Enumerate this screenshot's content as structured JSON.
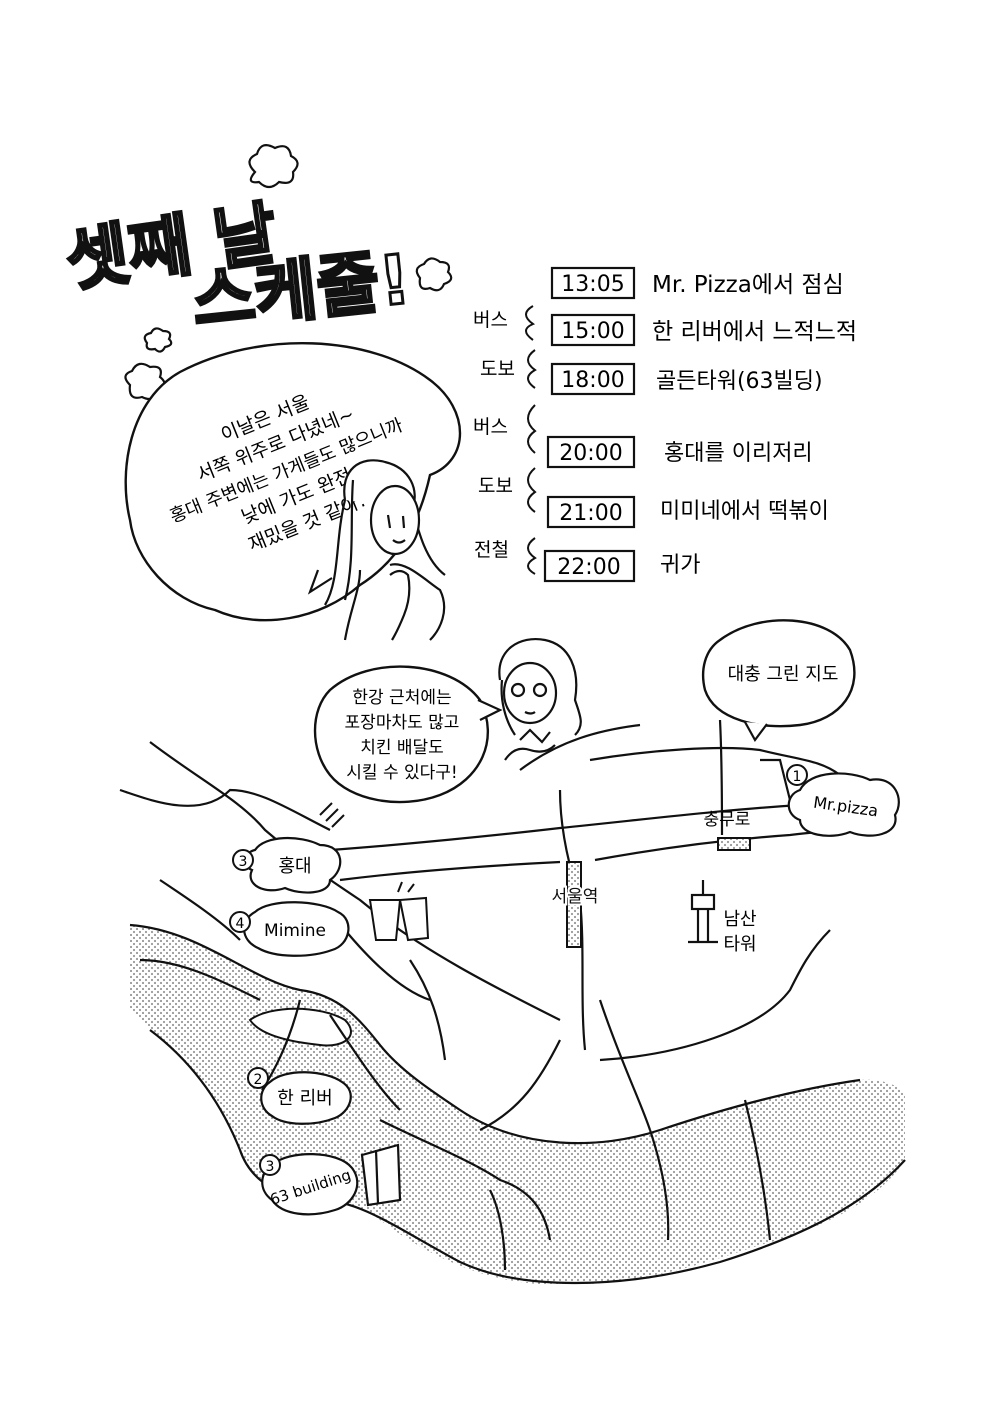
{
  "title": {
    "line1": "셋째 날",
    "line2": "스케줄!"
  },
  "schedule": [
    {
      "time": "13:05",
      "activity": "Mr. Pizza에서 점심",
      "transport": ""
    },
    {
      "time": "15:00",
      "activity": "한 리버에서 느적느적",
      "transport": "버스"
    },
    {
      "time": "18:00",
      "activity": "골든타워(63빌딩)",
      "transport": "도보"
    },
    {
      "time": "20:00",
      "activity": "홍대를 이리저리",
      "transport": "버스"
    },
    {
      "time": "21:00",
      "activity": "미미네에서 떡볶이",
      "transport": "도보"
    },
    {
      "time": "22:00",
      "activity": "귀가",
      "transport": "전철"
    }
  ],
  "bubbles": {
    "main": [
      "이날은 서울",
      "서쪽 위주로 다녔네~",
      "홍대 주변에는 가게들도 많으니까",
      "낮에 가도 완전",
      "재밌을 것 같아!"
    ],
    "hangang": [
      "한강 근처에는",
      "포장마차도 많고",
      "치킨 배달도",
      "시킬 수 있다구!"
    ],
    "map_note": "대충 그린 지도"
  },
  "map": {
    "spots": [
      {
        "num": "1",
        "label": "Mr.pizza"
      },
      {
        "num": "3",
        "label": "홍대"
      },
      {
        "num": "4",
        "label": "Mimine"
      },
      {
        "num": "2",
        "label": "한 리버"
      },
      {
        "num": "3",
        "label": "63 building"
      }
    ],
    "stations": {
      "chungmuro": "충무로",
      "seoul": "서울역"
    },
    "landmark": {
      "line1": "남산",
      "line2": "타워"
    }
  },
  "colors": {
    "ink": "#111111",
    "river": "#d9d9d9",
    "background": "#ffffff"
  }
}
